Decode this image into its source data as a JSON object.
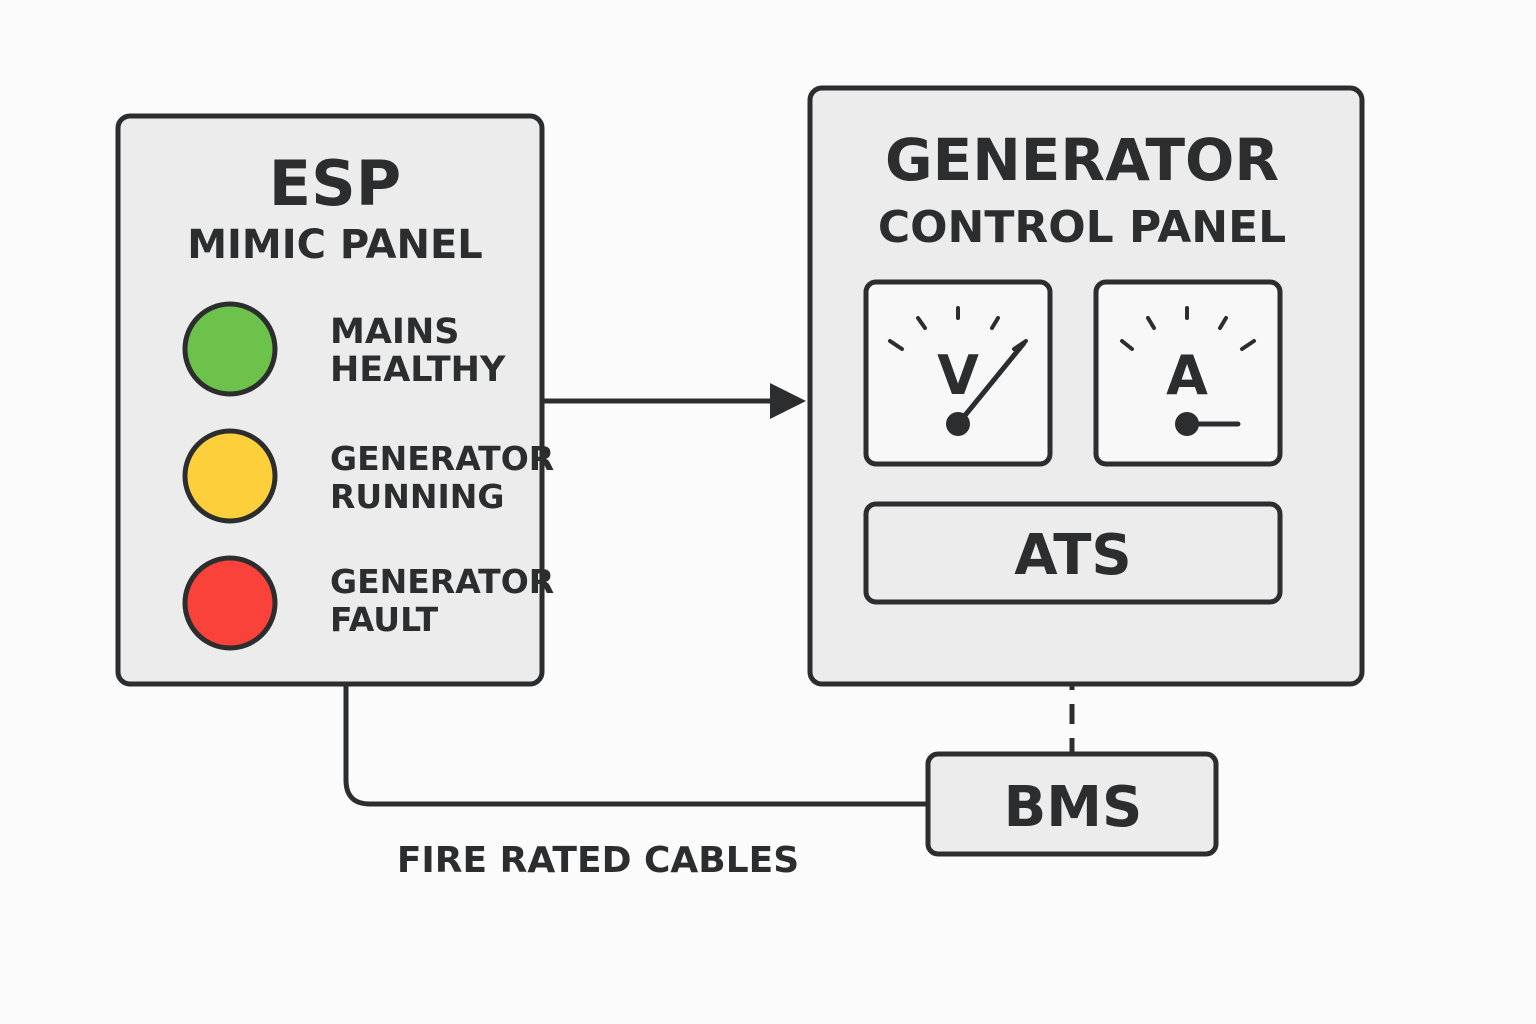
{
  "esp_panel": {
    "title": "ESP",
    "subtitle": "MIMIC PANEL",
    "indicators": [
      {
        "line1": "MAINS",
        "line2": "HEALTHY",
        "color": "#6cc24a"
      },
      {
        "line1": "GENERATOR",
        "line2": "RUNNING",
        "color": "#fdd03b"
      },
      {
        "line1": "GENERATOR",
        "line2": "FAULT",
        "color": "#f9423a"
      }
    ]
  },
  "generator_panel": {
    "title": "GENERATOR",
    "subtitle": "CONTROL PANEL",
    "voltmeter_symbol": "V",
    "ammeter_symbol": "A",
    "ats_label": "ATS"
  },
  "bms_label": "BMS",
  "cable_label": "FIRE RATED CABLES",
  "colors": {
    "outline": "#2b2d2f",
    "panel_fill": "#ececec",
    "background": "#fbfbfb"
  }
}
